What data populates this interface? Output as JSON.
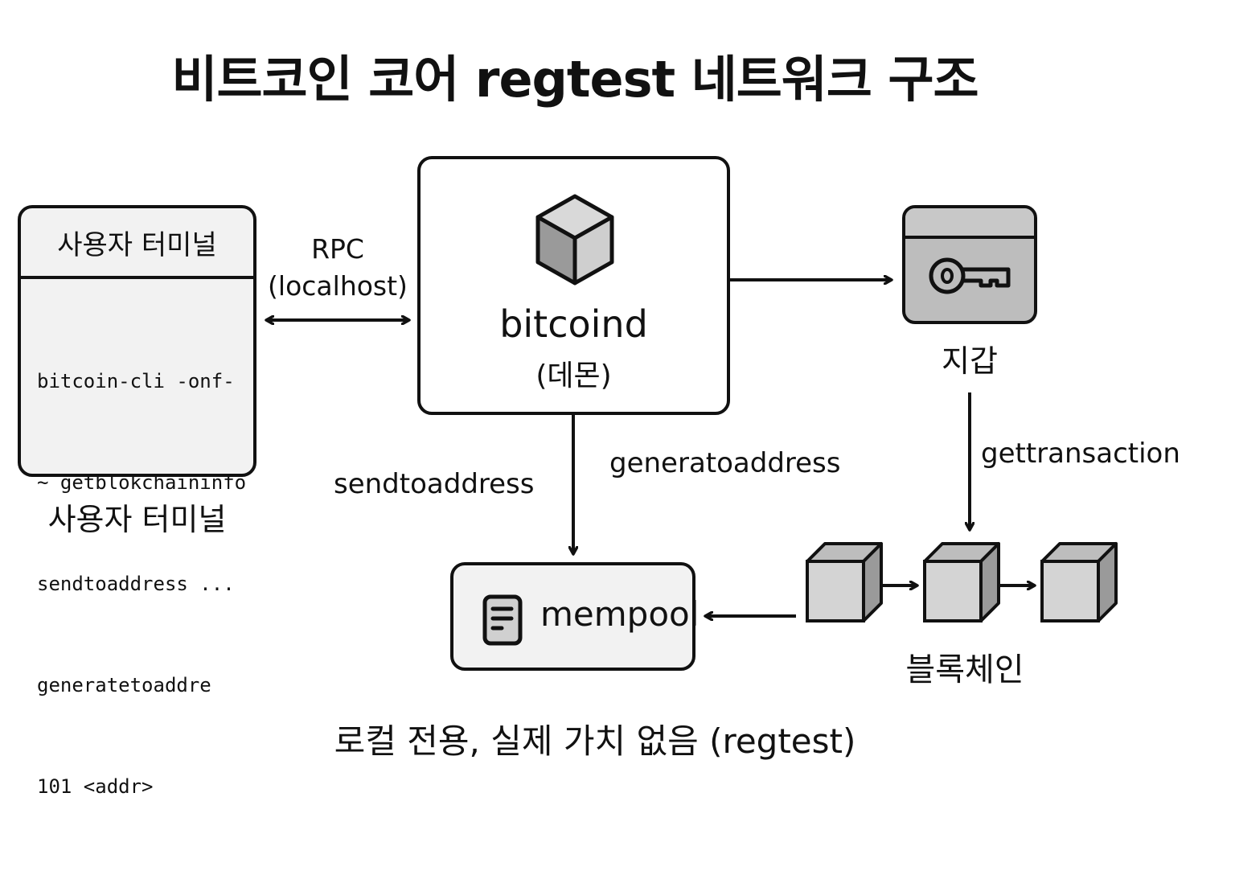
{
  "title": "비트코인 코어 regtest 네트워크 구조",
  "terminal": {
    "header": "사용자 터미널",
    "commands": [
      "bitcoin-cli -onf-",
      "~ getblokchaininfo",
      "sendtoaddress ...",
      "generatetoaddre",
      "101 <addr>"
    ],
    "caption": "사용자 터미널"
  },
  "rpc": {
    "line1": "RPC",
    "line2": "(localhost)"
  },
  "daemon": {
    "name": "bitcoind",
    "subtitle": "(데몬)",
    "icon": "cube-icon"
  },
  "wallet": {
    "label": "지갑",
    "icon": "key-icon"
  },
  "edges": {
    "sendtoaddress": "sendtoaddress",
    "generatoaddress": "generatoaddress",
    "gettransaction": "gettransaction"
  },
  "mempool": {
    "label": "mempool",
    "icon": "document-icon"
  },
  "blockchain": {
    "label": "블록체인",
    "block_count": 3
  },
  "footer": "로컬 전용, 실제 가치 없음 (regtest)",
  "colors": {
    "stroke": "#111111",
    "light_fill": "#f2f2f2",
    "mid_gray": "#bdbdbd",
    "cube_light": "#d4d4d4",
    "cube_dark": "#9a9a9a"
  }
}
